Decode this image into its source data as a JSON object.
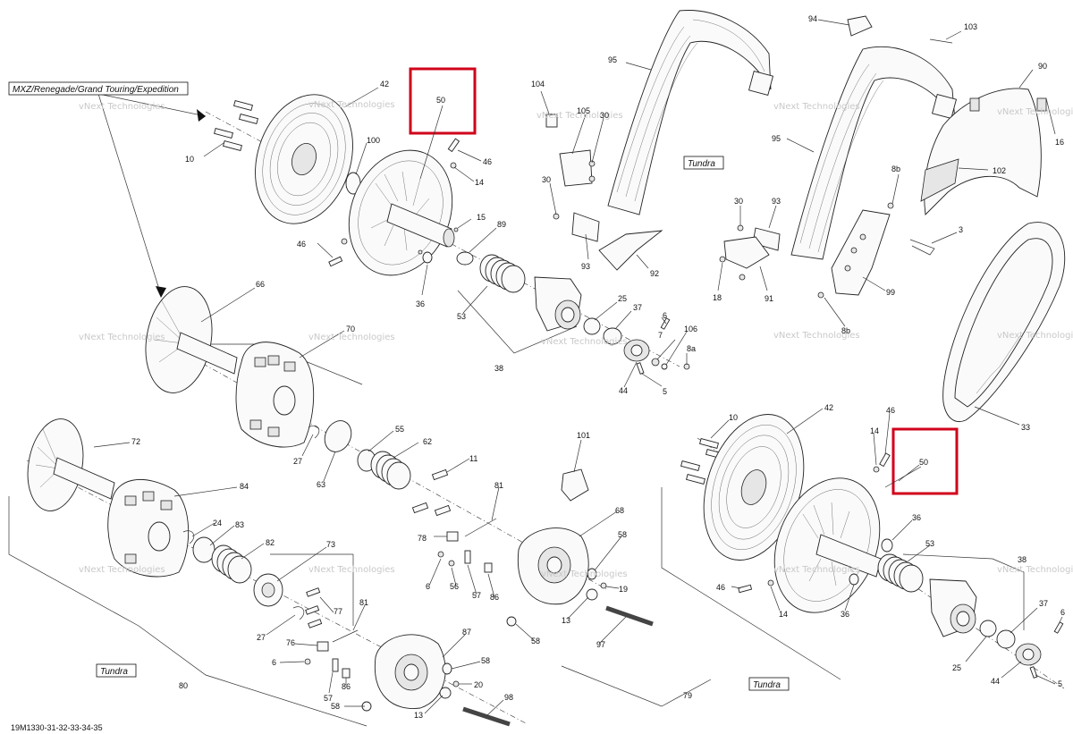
{
  "diagram": {
    "model_label": "MXZ/Renegade/Grand Touring/Expedition",
    "tundra_labels": [
      "Tundra",
      "Tundra",
      "Tundra"
    ],
    "drawing_code": "19M1330-31-32-33-34-35",
    "watermark": "vNext Technologies",
    "highlight": "50",
    "callouts": [
      "42",
      "10",
      "100",
      "46",
      "14",
      "50",
      "15",
      "89",
      "46",
      "36",
      "53",
      "25",
      "37",
      "6",
      "7",
      "106",
      "8a",
      "38",
      "44",
      "5",
      "104",
      "105",
      "30",
      "30",
      "93",
      "92",
      "95",
      "94",
      "103",
      "90",
      "16",
      "95",
      "102",
      "8b",
      "30",
      "93",
      "18",
      "91",
      "99",
      "8b",
      "3",
      "33",
      "66",
      "70",
      "27",
      "63",
      "55",
      "62",
      "72",
      "84",
      "24",
      "83",
      "82",
      "73",
      "27",
      "77",
      "81",
      "76",
      "6",
      "57",
      "86",
      "58",
      "11",
      "81",
      "78",
      "6",
      "56",
      "57",
      "86",
      "101",
      "68",
      "58",
      "19",
      "13",
      "58",
      "97",
      "87",
      "58",
      "20",
      "13",
      "98",
      "80",
      "79",
      "10",
      "42",
      "46",
      "14",
      "50",
      "36",
      "53",
      "46",
      "14",
      "36",
      "38",
      "37",
      "6",
      "25",
      "44",
      "5"
    ]
  }
}
